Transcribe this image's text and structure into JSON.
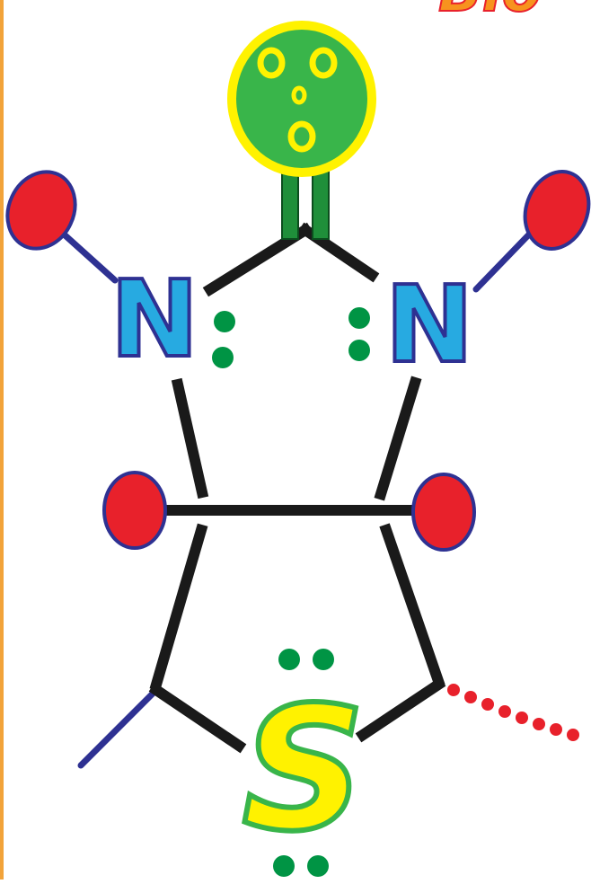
{
  "title_fragment": "Bio",
  "atoms": {
    "nitrogen_left": "N",
    "nitrogen_right": "N",
    "sulfur": "S"
  },
  "colors": {
    "bond": "#1a1a1a",
    "hydrogen_fill": "#e8212b",
    "hydrogen_stroke": "#2e3192",
    "side_bond": "#2e3192",
    "nitrogen_fill": "#27aae1",
    "nitrogen_stroke": "#2e3192",
    "sulfur_fill": "#fff200",
    "sulfur_stroke": "#39b54a",
    "oxygen_fill": "#39b54a",
    "oxygen_ring": "#fff200",
    "lone_pair": "#009444",
    "double_bond": "#1f8f3a",
    "dotted_chain": "#e8212b",
    "title": "#f7931e",
    "page_edge": "#f2a33a"
  },
  "icons": {
    "oxygen": "oxygen-atom-icon",
    "hydrogen": "hydrogen-atom-icon"
  }
}
